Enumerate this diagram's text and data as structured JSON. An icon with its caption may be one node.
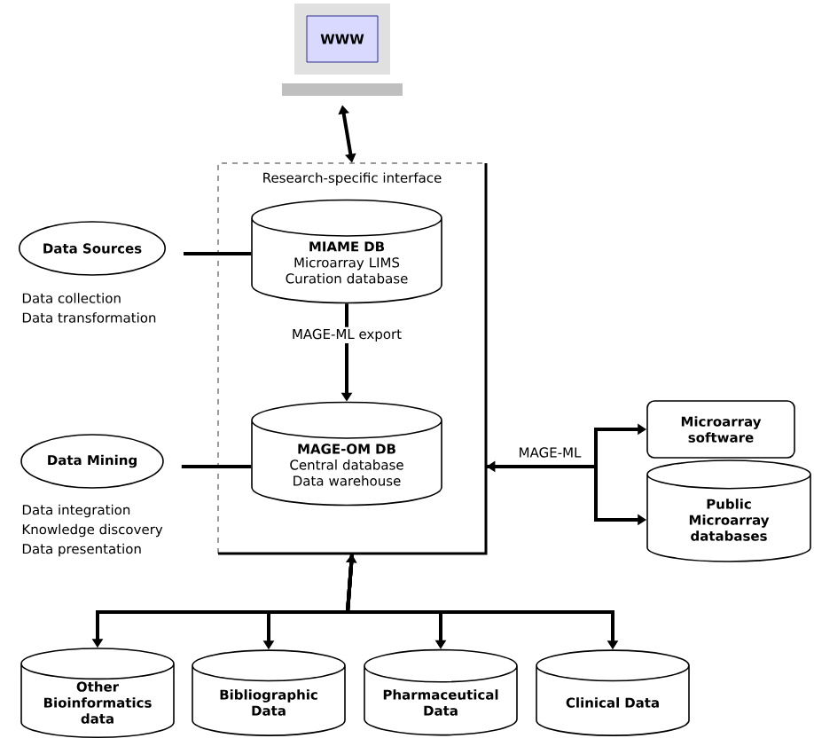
{
  "diagram": {
    "nodes": [
      {
        "text": [
          "WWW"
        ]
      },
      {
        "text": [
          "Research-specific interface"
        ]
      },
      {
        "text": [
          "MIAME DB",
          "Microarray LIMS Curation database"
        ],
        "in": 1
      },
      {
        "text": [
          "MAGE-OM DB",
          "Central database Data warehouse"
        ],
        "in": 1
      },
      {
        "text": [
          "Data Sources"
        ],
        "beside": [
          "Data collection",
          "Data transformation"
        ]
      },
      {
        "text": [
          "Data Mining"
        ],
        "beside": [
          "Data integration",
          "Knowledge discovery",
          "Data presentation"
        ]
      },
      {
        "text": [
          "Microarray software"
        ]
      },
      {
        "text": [
          "Public Microarray databases"
        ]
      },
      {
        "text": [
          "Other Bioinformatics data"
        ]
      },
      {
        "text": [
          "Bibliographic Data"
        ]
      },
      {
        "text": [
          "Pharmaceutical Data"
        ]
      },
      {
        "text": [
          "Clinical Data"
        ]
      }
    ],
    "edges": [
      {
        "from": 0,
        "to": 1,
        "arrow": "both"
      },
      {
        "from": 2,
        "to": 3,
        "arrow": "to",
        "label": "MAGE-ML export"
      },
      {
        "from": 4,
        "to": 2,
        "arrow": "none"
      },
      {
        "from": 5,
        "to": 3,
        "arrow": "none"
      },
      {
        "from": null,
        "to": 1,
        "arrow": "to",
        "label": "MAGE-ML"
      },
      {
        "from": 1,
        "to": 6,
        "arrow": "to"
      },
      {
        "from": 1,
        "to": 7,
        "arrow": "to"
      },
      {
        "from": null,
        "to": 1,
        "arrow": "to"
      },
      {
        "from": 1,
        "to": 8,
        "arrow": "to"
      },
      {
        "from": 1,
        "to": 9,
        "arrow": "to"
      },
      {
        "from": 1,
        "to": 10,
        "arrow": "to"
      },
      {
        "from": 1,
        "to": 11,
        "arrow": "to"
      }
    ]
  }
}
